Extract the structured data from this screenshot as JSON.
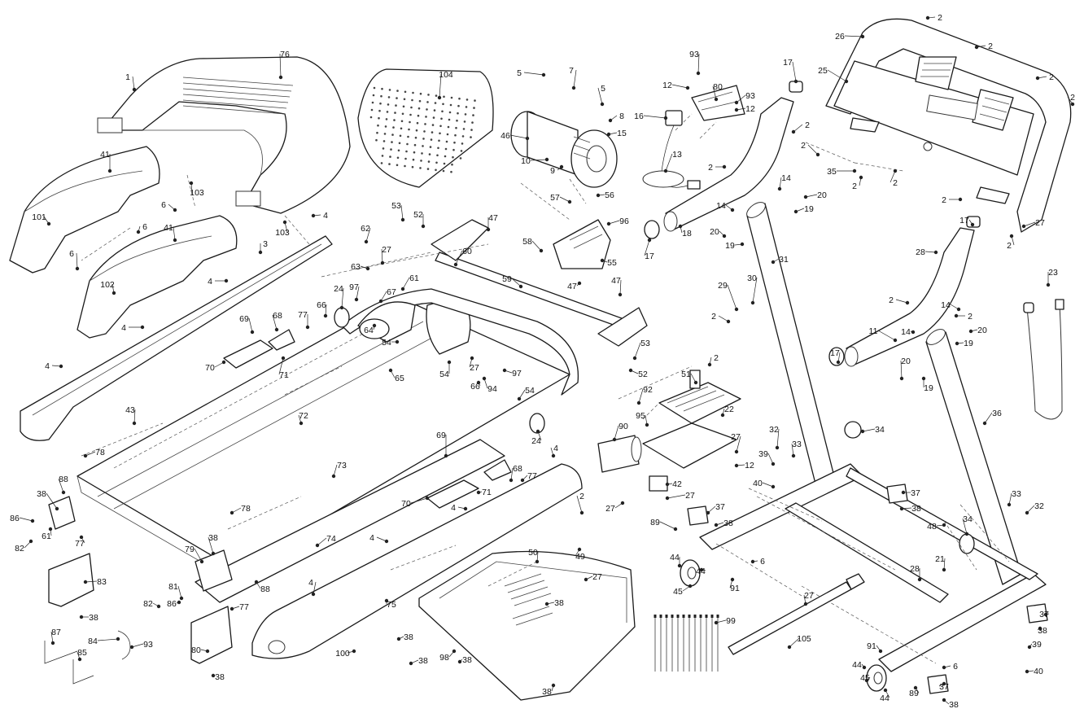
{
  "diagram": {
    "parts": [
      {
        "id": "p-top-cover",
        "number": "1"
      },
      {
        "id": "p-motor-cover",
        "number": "104"
      },
      {
        "id": "p-motor",
        "number": "46"
      },
      {
        "id": "p-controller",
        "number": "55"
      },
      {
        "id": "p-power-board",
        "number": "80"
      },
      {
        "id": "p-line-cord",
        "number": "13"
      },
      {
        "id": "p-console-frame",
        "number": "26"
      },
      {
        "id": "p-console",
        "number": "25"
      },
      {
        "id": "p-left-upright",
        "number": "31"
      },
      {
        "id": "p-right-upright",
        "number": "36"
      },
      {
        "id": "p-left-handrail",
        "number": "18"
      },
      {
        "id": "p-right-handrail",
        "number": "11"
      },
      {
        "id": "p-left-hood",
        "number": "101"
      },
      {
        "id": "p-right-hood",
        "number": "102"
      },
      {
        "id": "p-left-rail",
        "number": "3"
      },
      {
        "id": "p-walking-belt",
        "number": "72"
      },
      {
        "id": "p-deck",
        "number": "73"
      },
      {
        "id": "p-right-rail",
        "number": "74"
      },
      {
        "id": "p-rail-lower",
        "number": "75"
      },
      {
        "id": "p-base-cover",
        "number": "50"
      },
      {
        "id": "p-lift-frame",
        "number": "48"
      },
      {
        "id": "p-shock",
        "number": "21"
      },
      {
        "id": "p-incline-motor",
        "number": "51"
      },
      {
        "id": "p-front-roller",
        "number": "59"
      },
      {
        "id": "p-pulley",
        "number": "61"
      },
      {
        "id": "p-rear-endcap-l",
        "number": "83"
      },
      {
        "id": "p-rear-endcap-r",
        "number": "80"
      },
      {
        "id": "p-tether",
        "number": "23"
      },
      {
        "id": "p-filter",
        "number": "90"
      },
      {
        "id": "p-cable-ties",
        "number": "99"
      }
    ],
    "callouts": [
      {
        "n": "1"
      },
      {
        "n": "76"
      },
      {
        "n": "104"
      },
      {
        "n": "5"
      },
      {
        "n": "7"
      },
      {
        "n": "5"
      },
      {
        "n": "8"
      },
      {
        "n": "15"
      },
      {
        "n": "46"
      },
      {
        "n": "10"
      },
      {
        "n": "9"
      },
      {
        "n": "93"
      },
      {
        "n": "12"
      },
      {
        "n": "80"
      },
      {
        "n": "93"
      },
      {
        "n": "12"
      },
      {
        "n": "16"
      },
      {
        "n": "13"
      },
      {
        "n": "17"
      },
      {
        "n": "2"
      },
      {
        "n": "2"
      },
      {
        "n": "26"
      },
      {
        "n": "25"
      },
      {
        "n": "2"
      },
      {
        "n": "2"
      },
      {
        "n": "2"
      },
      {
        "n": "2"
      },
      {
        "n": "35"
      },
      {
        "n": "2"
      },
      {
        "n": "2"
      },
      {
        "n": "2"
      },
      {
        "n": "17"
      },
      {
        "n": "27"
      },
      {
        "n": "2"
      },
      {
        "n": "23"
      },
      {
        "n": "41"
      },
      {
        "n": "101"
      },
      {
        "n": "6"
      },
      {
        "n": "103"
      },
      {
        "n": "6"
      },
      {
        "n": "6"
      },
      {
        "n": "103"
      },
      {
        "n": "41"
      },
      {
        "n": "102"
      },
      {
        "n": "3"
      },
      {
        "n": "4"
      },
      {
        "n": "4"
      },
      {
        "n": "4"
      },
      {
        "n": "4"
      },
      {
        "n": "53"
      },
      {
        "n": "52"
      },
      {
        "n": "47"
      },
      {
        "n": "60"
      },
      {
        "n": "57"
      },
      {
        "n": "56"
      },
      {
        "n": "96"
      },
      {
        "n": "58"
      },
      {
        "n": "55"
      },
      {
        "n": "47"
      },
      {
        "n": "47"
      },
      {
        "n": "59"
      },
      {
        "n": "14"
      },
      {
        "n": "20"
      },
      {
        "n": "19"
      },
      {
        "n": "14"
      },
      {
        "n": "18"
      },
      {
        "n": "2"
      },
      {
        "n": "20"
      },
      {
        "n": "19"
      },
      {
        "n": "17"
      },
      {
        "n": "31"
      },
      {
        "n": "28"
      },
      {
        "n": "2"
      },
      {
        "n": "29"
      },
      {
        "n": "30"
      },
      {
        "n": "2"
      },
      {
        "n": "2"
      },
      {
        "n": "14"
      },
      {
        "n": "14"
      },
      {
        "n": "11"
      },
      {
        "n": "20"
      },
      {
        "n": "19"
      },
      {
        "n": "17"
      },
      {
        "n": "20"
      },
      {
        "n": "19"
      },
      {
        "n": "62"
      },
      {
        "n": "63"
      },
      {
        "n": "27"
      },
      {
        "n": "24"
      },
      {
        "n": "97"
      },
      {
        "n": "67"
      },
      {
        "n": "61"
      },
      {
        "n": "66"
      },
      {
        "n": "69"
      },
      {
        "n": "68"
      },
      {
        "n": "77"
      },
      {
        "n": "70"
      },
      {
        "n": "71"
      },
      {
        "n": "64"
      },
      {
        "n": "54"
      },
      {
        "n": "65"
      },
      {
        "n": "54"
      },
      {
        "n": "27"
      },
      {
        "n": "94"
      },
      {
        "n": "53"
      },
      {
        "n": "52"
      },
      {
        "n": "97"
      },
      {
        "n": "66"
      },
      {
        "n": "54"
      },
      {
        "n": "72"
      },
      {
        "n": "43"
      },
      {
        "n": "78"
      },
      {
        "n": "24"
      },
      {
        "n": "2"
      },
      {
        "n": "51"
      },
      {
        "n": "92"
      },
      {
        "n": "22"
      },
      {
        "n": "95"
      },
      {
        "n": "90"
      },
      {
        "n": "27"
      },
      {
        "n": "12"
      },
      {
        "n": "42"
      },
      {
        "n": "27"
      },
      {
        "n": "27"
      },
      {
        "n": "32"
      },
      {
        "n": "33"
      },
      {
        "n": "34"
      },
      {
        "n": "36"
      },
      {
        "n": "39"
      },
      {
        "n": "40"
      },
      {
        "n": "37"
      },
      {
        "n": "38"
      },
      {
        "n": "73"
      },
      {
        "n": "69"
      },
      {
        "n": "68"
      },
      {
        "n": "77"
      },
      {
        "n": "4"
      },
      {
        "n": "70"
      },
      {
        "n": "71"
      },
      {
        "n": "4"
      },
      {
        "n": "38"
      },
      {
        "n": "88"
      },
      {
        "n": "86"
      },
      {
        "n": "61"
      },
      {
        "n": "82"
      },
      {
        "n": "77"
      },
      {
        "n": "78"
      },
      {
        "n": "74"
      },
      {
        "n": "4"
      },
      {
        "n": "2"
      },
      {
        "n": "49"
      },
      {
        "n": "37"
      },
      {
        "n": "38"
      },
      {
        "n": "33"
      },
      {
        "n": "32"
      },
      {
        "n": "48"
      },
      {
        "n": "34"
      },
      {
        "n": "83"
      },
      {
        "n": "38"
      },
      {
        "n": "79"
      },
      {
        "n": "38"
      },
      {
        "n": "88"
      },
      {
        "n": "81"
      },
      {
        "n": "86"
      },
      {
        "n": "82"
      },
      {
        "n": "77"
      },
      {
        "n": "4"
      },
      {
        "n": "75"
      },
      {
        "n": "50"
      },
      {
        "n": "27"
      },
      {
        "n": "38"
      },
      {
        "n": "89"
      },
      {
        "n": "44"
      },
      {
        "n": "45"
      },
      {
        "n": "44"
      },
      {
        "n": "6"
      },
      {
        "n": "91"
      },
      {
        "n": "21"
      },
      {
        "n": "28"
      },
      {
        "n": "27"
      },
      {
        "n": "87"
      },
      {
        "n": "84"
      },
      {
        "n": "93"
      },
      {
        "n": "85"
      },
      {
        "n": "80"
      },
      {
        "n": "38"
      },
      {
        "n": "100"
      },
      {
        "n": "38"
      },
      {
        "n": "38"
      },
      {
        "n": "98"
      },
      {
        "n": "38"
      },
      {
        "n": "38"
      },
      {
        "n": "99"
      },
      {
        "n": "105"
      },
      {
        "n": "91"
      },
      {
        "n": "44"
      },
      {
        "n": "45"
      },
      {
        "n": "44"
      },
      {
        "n": "89"
      },
      {
        "n": "6"
      },
      {
        "n": "37"
      },
      {
        "n": "38"
      },
      {
        "n": "37"
      },
      {
        "n": "38"
      },
      {
        "n": "39"
      },
      {
        "n": "40"
      }
    ]
  }
}
